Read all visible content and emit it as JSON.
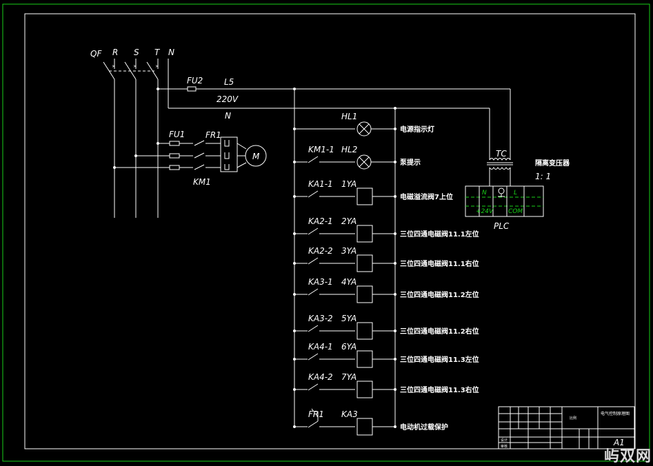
{
  "supply": {
    "qf": "QF",
    "r": "R",
    "s": "S",
    "t": "T",
    "n": "N",
    "fu2": "FU2",
    "l5": "L5",
    "voltage": "220V",
    "neutral": "N"
  },
  "motor": {
    "fu1": "FU1",
    "fr1": "FR1",
    "km1": "KM1",
    "m": "M"
  },
  "branches": [
    {
      "contact": "",
      "load": "HL1",
      "type": "lamp",
      "desc": "电源指示灯"
    },
    {
      "contact": "KM1-1",
      "load": "HL2",
      "type": "lamp",
      "desc": "泵提示"
    },
    {
      "contact": "KA1-1",
      "load": "1YA",
      "type": "coil",
      "desc": "电磁溢流阀7上位"
    },
    {
      "contact": "KA2-1",
      "load": "2YA",
      "type": "coil",
      "desc": "三位四通电磁阀11.1左位"
    },
    {
      "contact": "KA2-2",
      "load": "3YA",
      "type": "coil",
      "desc": "三位四通电磁阀11.1右位"
    },
    {
      "contact": "KA3-1",
      "load": "4YA",
      "type": "coil",
      "desc": "三位四通电磁阀11.2左位"
    },
    {
      "contact": "KA3-2",
      "load": "5YA",
      "type": "coil",
      "desc": "三位四通电磁阀11.2右位"
    },
    {
      "contact": "KA4-1",
      "load": "6YA",
      "type": "coil",
      "desc": "三位四通电磁阀11.3左位"
    },
    {
      "contact": "KA4-2",
      "load": "7YA",
      "type": "coil",
      "desc": "三位四通电磁阀11.3右位"
    },
    {
      "contact": "FR1",
      "load": "KA3",
      "type": "coil",
      "desc": "电动机过载保护"
    }
  ],
  "transformer": {
    "tc": "TC",
    "name": "隔离变压器",
    "ratio": "1: 1"
  },
  "plc": {
    "label": "PLC",
    "n": "N",
    "l": "L",
    "v24": "+24V",
    "com": "COM"
  },
  "title_block": {
    "drawing_title": "电气控制原理图",
    "sheet": "A1",
    "scale_label": "比例",
    "row_labels": [
      "设计",
      "审核"
    ]
  },
  "watermark": "屿双网",
  "colors": {
    "wire": "#ffffff",
    "frame": "#19d119",
    "background": "#000000"
  }
}
